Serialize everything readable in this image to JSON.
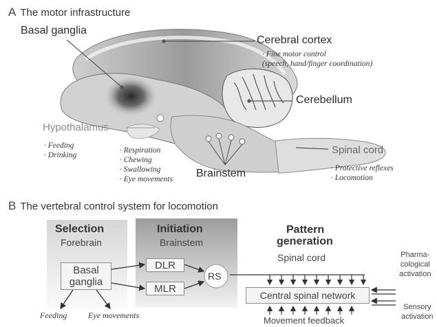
{
  "panel_a": {
    "letter": "A",
    "title": "The motor infrastructure",
    "labels": {
      "basal_ganglia": "Basal ganglia",
      "cerebral_cortex": "Cerebral cortex",
      "cerebellum": "Cerebellum",
      "hypothalamus": "Hypothalamus",
      "spinal_cord": "Spinal cord",
      "brainstem": "Brainstem"
    },
    "notes": {
      "cortex": [
        "· Fine motor control",
        "(speech, hand/finger coordination)"
      ],
      "hypothalamus": [
        "· Feeding",
        "· Drinking"
      ],
      "brainstem": [
        "· Respiration",
        "· Chewing",
        "· Swallowing",
        "· Eye movements"
      ],
      "spinal_cord": [
        "· Protective reflexes",
        "· Locomotion"
      ]
    }
  },
  "panel_b": {
    "letter": "B",
    "title": "The vertebral control system for locomotion",
    "selection": {
      "title": "Selection",
      "sub": "Forebrain"
    },
    "initiation": {
      "title": "Initiation",
      "sub": "Brainstem"
    },
    "pattern": {
      "title_line1": "Pattern",
      "title_line2": "generation",
      "sub": "Spinal cord"
    },
    "boxes": {
      "basal_ganglia": [
        "Basal",
        "ganglia"
      ],
      "dlr": "DLR",
      "mlr": "MLR",
      "rs": "RS",
      "csn": "Central spinal network"
    },
    "outputs": {
      "feeding": "Feeding",
      "eye_movements": "Eye movements"
    },
    "pharma": [
      "Pharma-",
      "cological",
      "activation"
    ],
    "sensory": [
      "Sensory",
      "activation"
    ],
    "movement_feedback": "Movement feedback"
  }
}
